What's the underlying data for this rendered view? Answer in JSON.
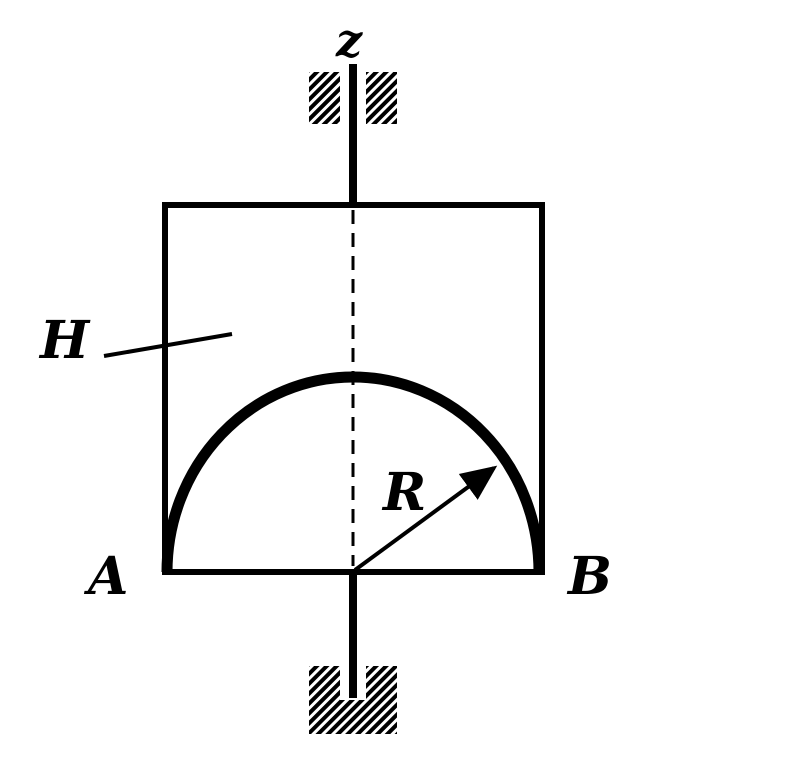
{
  "labels": {
    "axis": "z",
    "body": "H",
    "radius": "R",
    "point_left": "A",
    "point_right": "B"
  },
  "colors": {
    "ink": "#000000",
    "paper": "#ffffff"
  }
}
